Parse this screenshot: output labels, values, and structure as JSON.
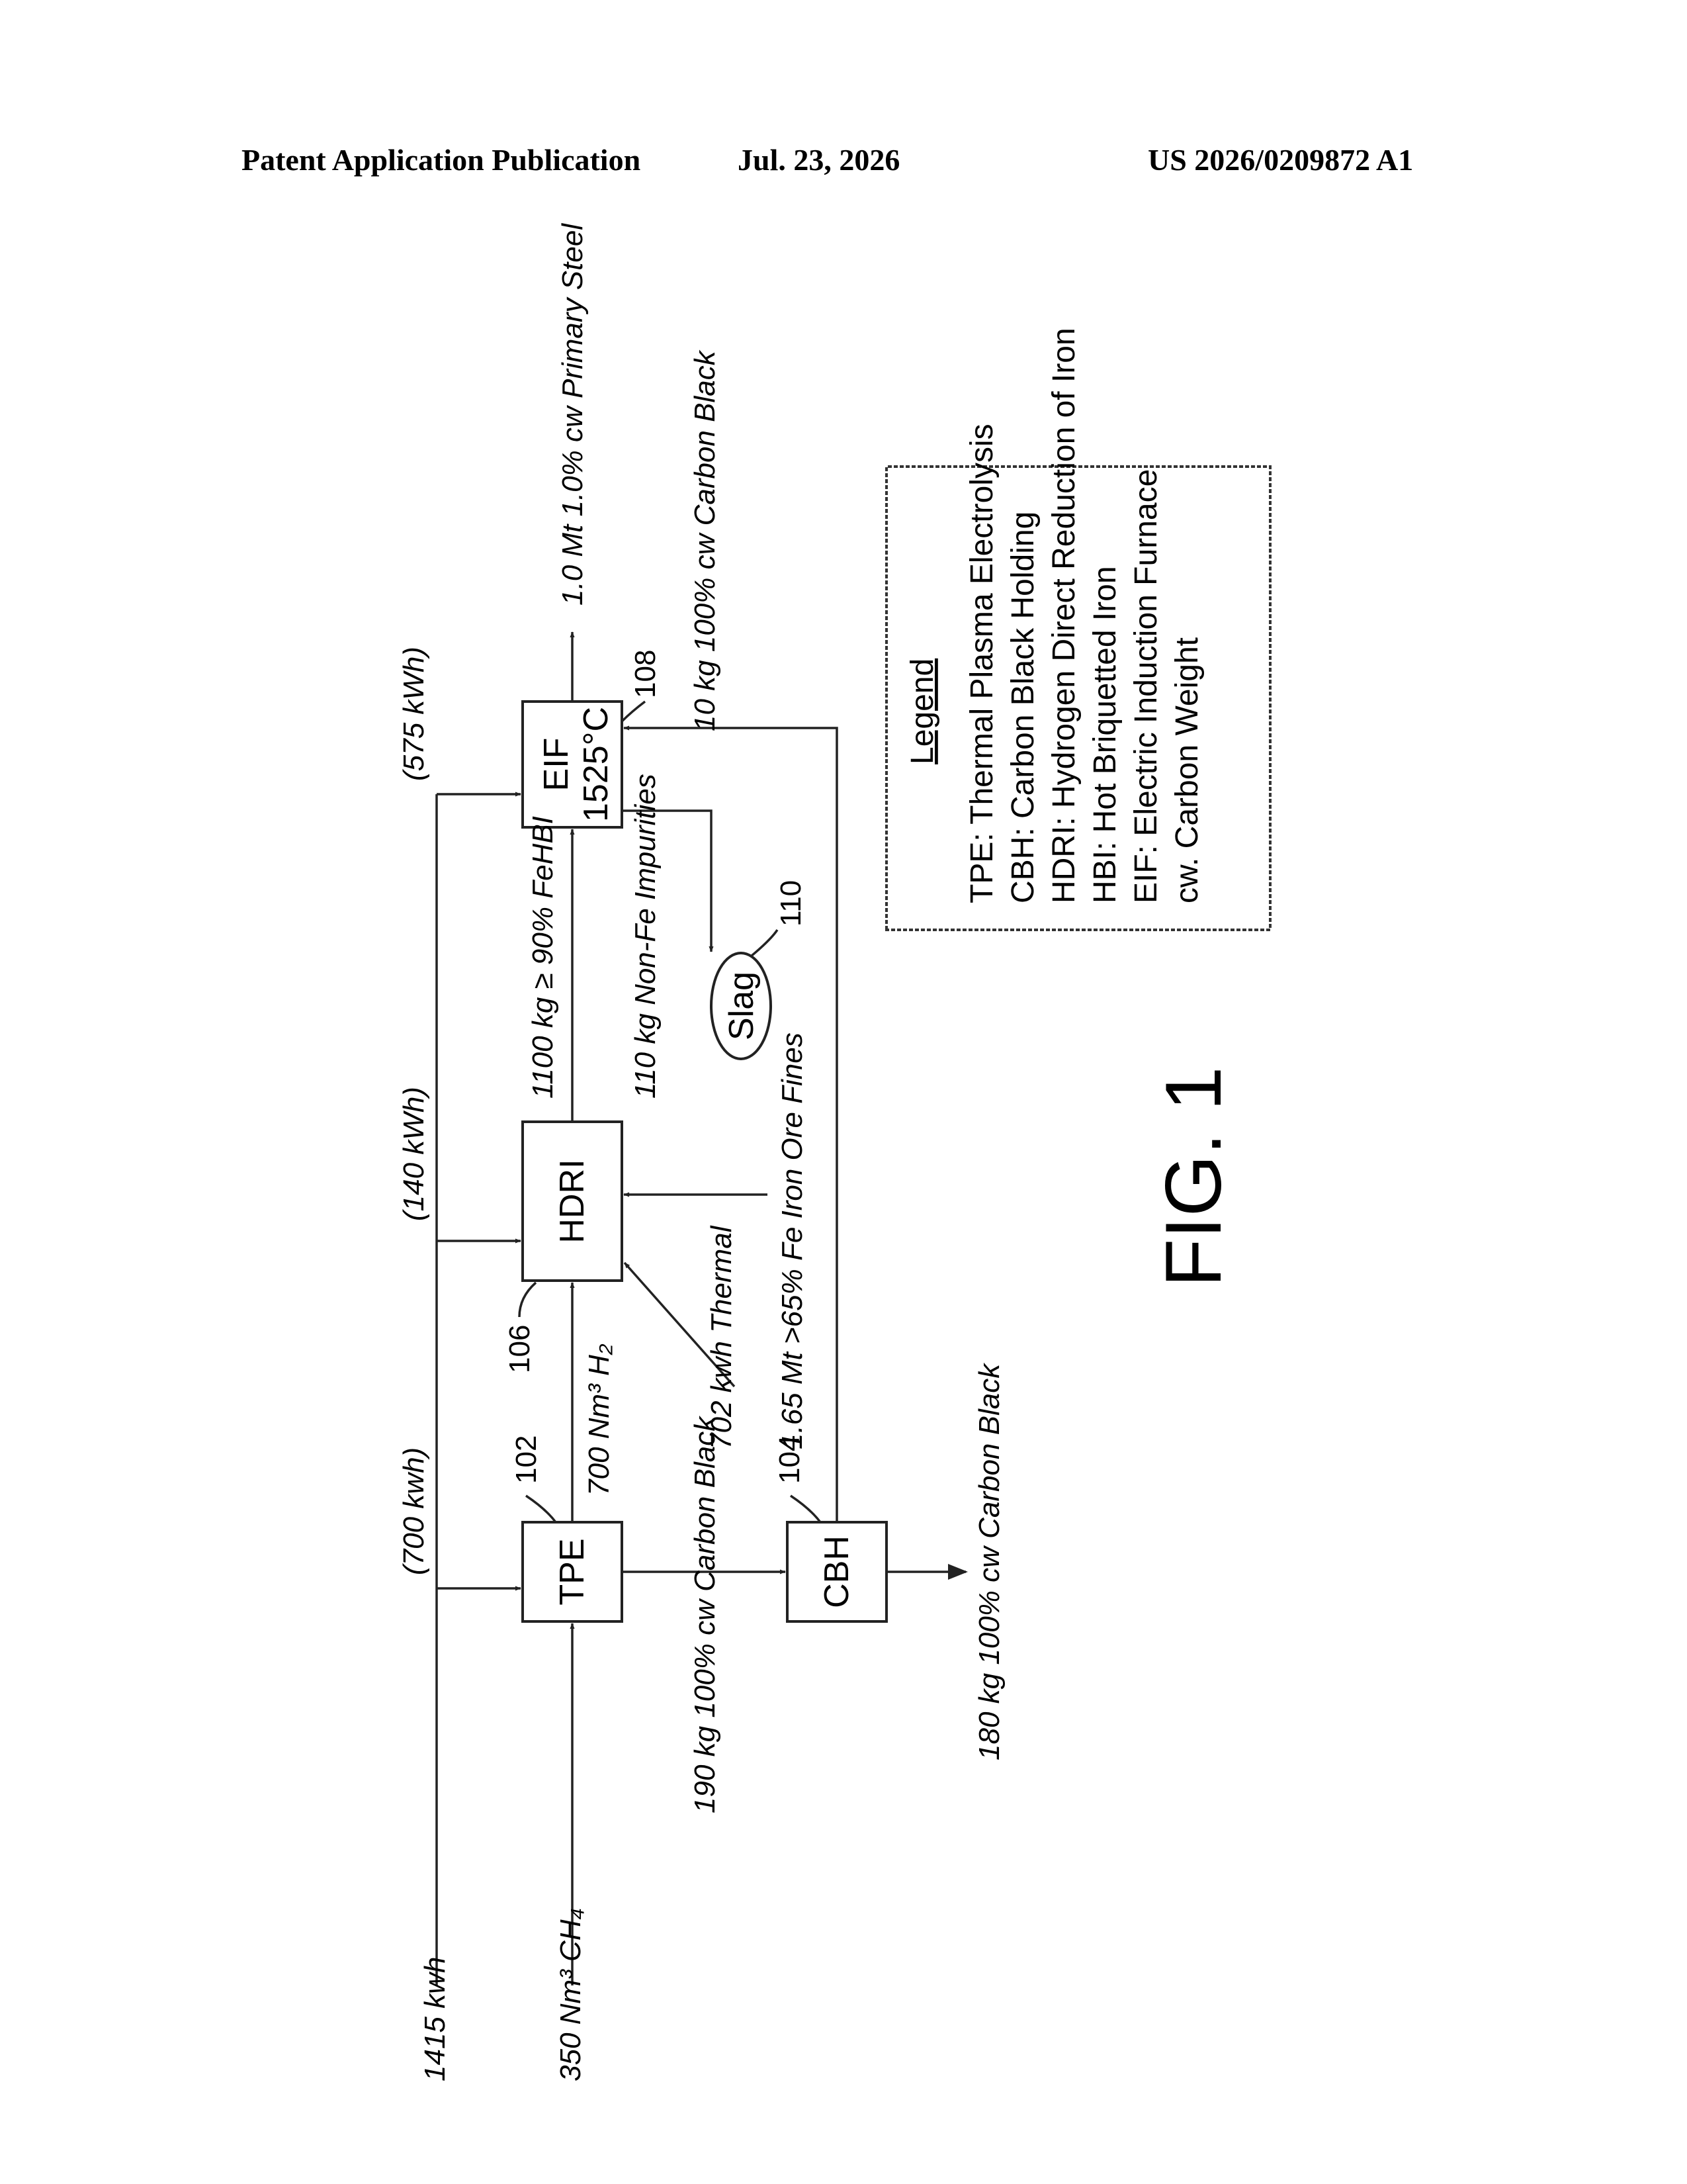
{
  "header": {
    "left": "Patent Application Publication",
    "center": "Jul. 23, 2026",
    "right": "US 2026/0209872 A1"
  },
  "nodes": {
    "tpe": {
      "label": "TPE",
      "ref": "102"
    },
    "cbh": {
      "label": "CBH",
      "ref": "104"
    },
    "hdri": {
      "label": "HDRI",
      "ref": "106"
    },
    "eif": {
      "label": "EIF",
      "temp": "1525°C",
      "ref": "108"
    },
    "slag": {
      "label": "Slag",
      "ref": "110"
    }
  },
  "flows": {
    "power_in": "1415 kwh",
    "methane_in": "350 Nm³ CH₄",
    "tpe_power": "(700 kwh)",
    "hdri_power": "(140 kWh)",
    "eif_power": "(575 kWh)",
    "hydrogen": "700 Nm³ H₂",
    "thermal": "702 kwh Thermal",
    "iron_ore": "1.65 Mt >65% Fe Iron Ore Fines",
    "hbi": "1100 kg ≥ 90% FeHBI",
    "impurities": "110 kg Non-Fe Impurities",
    "steel_out": "1.0 Mt 1.0% cw Primary Steel",
    "carbon_to_eif": "10 kg 100% cw Carbon Black",
    "carbon_from_tpe": "190 kg 100% cw Carbon Black",
    "carbon_out": "180 kg 100% cw Carbon Black"
  },
  "legend": {
    "title": "Legend",
    "items": [
      "TPE: Thermal Plasma Electrolysis",
      "CBH: Carbon Black Holding",
      "HDRI: Hydrogen Direct Reduction of Iron",
      "HBI: Hot Briquetted Iron",
      "EIF: Electric Induction Furnace",
      "cw. Carbon Weight"
    ]
  },
  "figure_label": "FIG. 1"
}
